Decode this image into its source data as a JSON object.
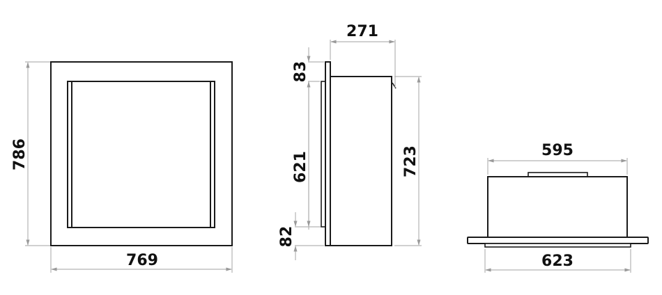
{
  "drawing": {
    "front_view": {
      "width_label": "769",
      "height_label": "786"
    },
    "side_view": {
      "depth_label": "271",
      "top_offset_label": "83",
      "opening_height_label": "621",
      "bottom_offset_label": "82",
      "body_height_label": "723"
    },
    "top_view": {
      "body_width_label": "595",
      "flange_width_label": "623"
    }
  },
  "colors": {
    "outline": "#1a1a1a",
    "dimension_line": "#b3b3b3",
    "text": "#111111"
  }
}
